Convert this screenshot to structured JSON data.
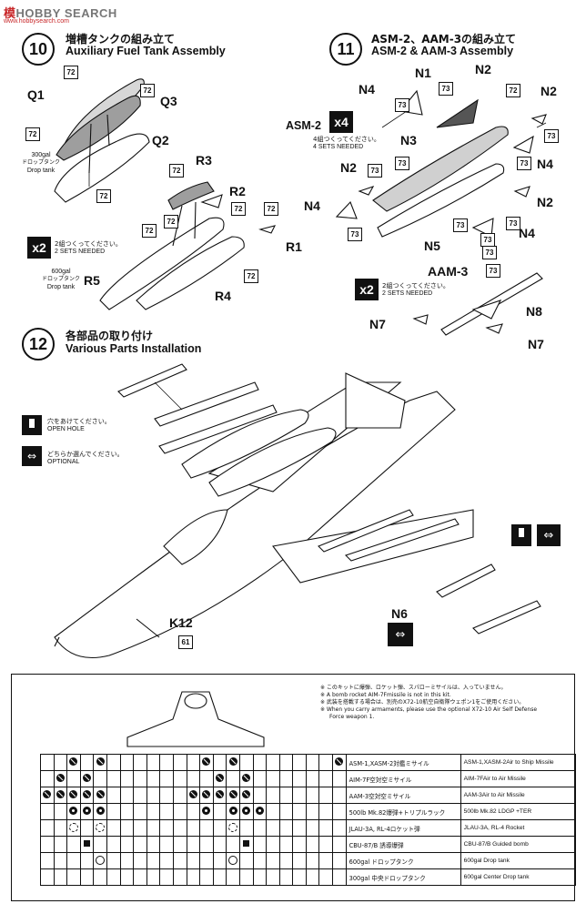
{
  "watermark": {
    "brand_a": "模",
    "brand_b": "SEARCH",
    "prefix": "HOBBY",
    "url": "www.hobbysearch.com"
  },
  "step10": {
    "number": "10",
    "title_jp": "増槽タンクの組み立て",
    "title_en": "Auxiliary Fuel Tank Assembly",
    "labels": [
      "Q1",
      "Q3",
      "Q2",
      "R3",
      "R2",
      "R1",
      "R5",
      "R4"
    ],
    "part_numbers": [
      "72",
      "72",
      "72",
      "72",
      "72",
      "72",
      "72",
      "72",
      "72",
      "72"
    ],
    "tank300_jp": "300gal",
    "tank300_jp2": "ドロップタンク",
    "tank300_en": "Drop tank",
    "tank600_jp": "600gal",
    "tank600_jp2": "ドロップタンク",
    "tank600_en": "Drop tank",
    "multiplier": "x2",
    "make_jp": "2組つくってください。",
    "make_en": "2 SETS NEEDED"
  },
  "step11": {
    "number": "11",
    "title_jp": "ASM-2、AAM-3の組み立て",
    "title_en": "ASM-2 & AAM-3 Assembly",
    "labels": [
      "N1",
      "N2",
      "N4",
      "N2",
      "N3",
      "N4",
      "N2",
      "N4",
      "N2",
      "N5",
      "N4",
      "AAM-3",
      "N8",
      "N7",
      "N7"
    ],
    "part_numbers": [
      "73",
      "73",
      "72",
      "73",
      "73",
      "73",
      "73",
      "73",
      "73",
      "73",
      "73",
      "73",
      "73",
      "73"
    ],
    "asm2_label": "ASM-2",
    "asm2_mult": "x4",
    "asm2_note_jp": "4組つくってください。",
    "asm2_note_en": "4 SETS NEEDED",
    "aam3_mult": "x2",
    "aam3_note_jp": "2組つくってください。",
    "aam3_note_en": "2 SETS NEEDED"
  },
  "step12": {
    "number": "12",
    "title_jp": "各部品の取り付け",
    "title_en": "Various Parts Installation",
    "open_hole_jp": "穴をあけてください。",
    "open_hole_en": "OPEN HOLE",
    "optional_jp": "どちらか選んでください。",
    "optional_en": "OPTIONAL",
    "labels": [
      "K12",
      "N6"
    ],
    "part_number": "61"
  },
  "notes": [
    "※ このキットに爆弾、ロケット弾、スパローミサイルは、入っていません。",
    "※ A bomb rocket AIM-7Fmissile is not in this kit.",
    "※ 武装を搭載する場合は、別売のX72-10航空自衛隊ウェポン1をご使用ください。",
    "※ When you carry armaments, please use the optional X72-10 Air Self Defense",
    "Force weapon 1."
  ],
  "table": {
    "rows": [
      {
        "jp": "ASM-1,XASM-2対艦ミサイル",
        "en": "ASM-1,XASM-2Air to Ship Missile",
        "cells": [
          "",
          "",
          "x",
          "",
          "x",
          "",
          "",
          "",
          "",
          "",
          "",
          "",
          "x",
          "",
          "x",
          "",
          "",
          "",
          "",
          "",
          "",
          "",
          "x"
        ]
      },
      {
        "jp": "AIM-7F空対空ミサイル",
        "en": "AIM-7FAir to Air Missile",
        "cells": [
          "",
          "x",
          "",
          "x",
          "",
          "",
          "",
          "",
          "",
          "",
          "",
          "",
          "",
          "x",
          "",
          "x",
          "",
          "",
          "",
          "",
          "",
          "",
          ""
        ]
      },
      {
        "jp": "AAM-3空対空ミサイル",
        "en": "AAM-3Air to Air Missile",
        "cells": [
          "x",
          "x",
          "x",
          "x",
          "x",
          "",
          "",
          "",
          "",
          "",
          "",
          "x",
          "x",
          "x",
          "x",
          "x",
          "",
          "",
          "",
          "",
          "",
          "",
          ""
        ]
      },
      {
        "jp": "500lb Mk.82爆弾+トリプルラック",
        "en": "500lb Mk.82 LDGP +TER",
        "cells": [
          "",
          "",
          "b",
          "b",
          "b",
          "",
          "",
          "",
          "",
          "",
          "",
          "",
          "b",
          "",
          "b",
          "b",
          "b",
          "",
          "",
          "",
          "",
          "",
          ""
        ]
      },
      {
        "jp": "JLAU-3A, RL-4ロケット弾",
        "en": "JLAU-3A, RL-4 Rocket",
        "cells": [
          "",
          "",
          "d",
          "",
          "d",
          "",
          "",
          "",
          "",
          "",
          "",
          "",
          "",
          "",
          "d",
          "",
          "",
          "",
          "",
          "",
          "",
          "",
          ""
        ]
      },
      {
        "jp": "CBU-87/B 誘導爆弾",
        "en": "CBU-87/B Guided bomb",
        "cells": [
          "",
          "",
          "",
          "s",
          "",
          "",
          "",
          "",
          "",
          "",
          "",
          "",
          "",
          "",
          "",
          "s",
          "",
          "",
          "",
          "",
          "",
          "",
          ""
        ]
      },
      {
        "jp": "600gal ドロップタンク",
        "en": "600gal Drop tank",
        "cells": [
          "",
          "",
          "",
          "",
          "r",
          "",
          "",
          "",
          "",
          "",
          "",
          "",
          "",
          "",
          "r",
          "",
          "",
          "",
          "",
          "",
          "",
          "",
          ""
        ]
      },
      {
        "jp": "300gal 中央ドロップタンク",
        "en": "600gal Center Drop tank",
        "cells": [
          "",
          "",
          "",
          "",
          "",
          "",
          "",
          "",
          "",
          "",
          "",
          "",
          "",
          "",
          "",
          "",
          "",
          "",
          "",
          "",
          "",
          "",
          ""
        ]
      }
    ]
  }
}
